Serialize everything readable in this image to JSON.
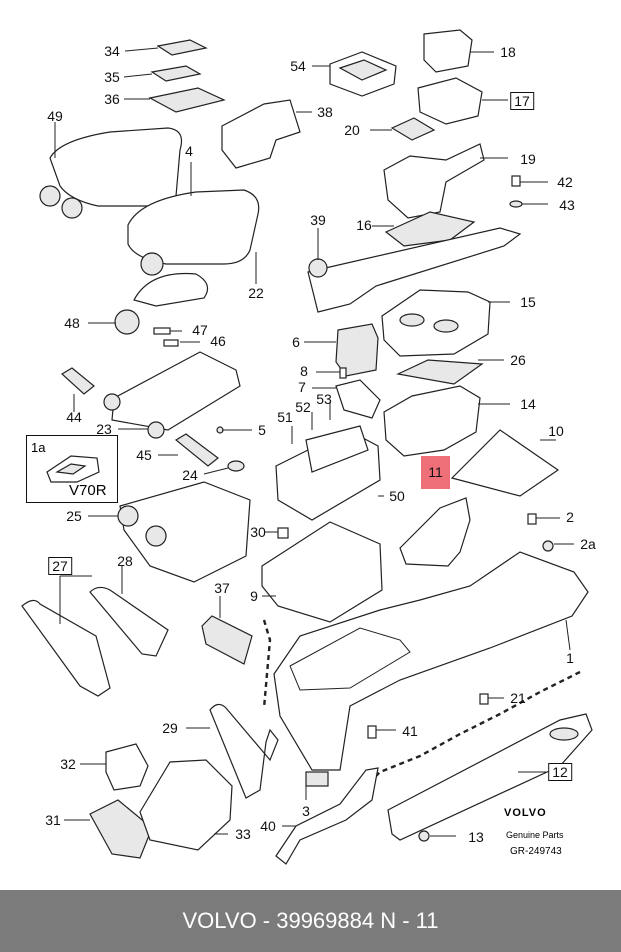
{
  "title": "VOLVO - 39969884     N - 11",
  "highlight_label": "11",
  "inset": {
    "callout": "1a",
    "model": "V70R"
  },
  "brand": {
    "name": "VOLVO",
    "line": "Genuine Parts",
    "code": "GR-249743"
  },
  "colors": {
    "highlight": "#ee6f78",
    "footer_bg": "#7b7b7b",
    "footer_text": "#ffffff"
  },
  "callouts": [
    {
      "id": "34",
      "text": "34"
    },
    {
      "id": "35",
      "text": "35"
    },
    {
      "id": "36",
      "text": "36"
    },
    {
      "id": "49",
      "text": "49"
    },
    {
      "id": "38",
      "text": "38"
    },
    {
      "id": "54",
      "text": "54"
    },
    {
      "id": "18",
      "text": "18"
    },
    {
      "id": "17",
      "text": "17",
      "boxed": true
    },
    {
      "id": "20",
      "text": "20"
    },
    {
      "id": "19",
      "text": "19"
    },
    {
      "id": "4",
      "text": "4"
    },
    {
      "id": "42",
      "text": "42"
    },
    {
      "id": "43",
      "text": "43"
    },
    {
      "id": "39",
      "text": "39"
    },
    {
      "id": "16",
      "text": "16"
    },
    {
      "id": "22",
      "text": "22"
    },
    {
      "id": "15",
      "text": "15"
    },
    {
      "id": "48",
      "text": "48"
    },
    {
      "id": "47",
      "text": "47"
    },
    {
      "id": "46",
      "text": "46"
    },
    {
      "id": "6",
      "text": "6"
    },
    {
      "id": "26",
      "text": "26"
    },
    {
      "id": "8",
      "text": "8"
    },
    {
      "id": "7",
      "text": "7"
    },
    {
      "id": "44",
      "text": "44"
    },
    {
      "id": "53",
      "text": "53"
    },
    {
      "id": "14",
      "text": "14"
    },
    {
      "id": "51",
      "text": "51"
    },
    {
      "id": "52",
      "text": "52"
    },
    {
      "id": "23",
      "text": "23"
    },
    {
      "id": "5",
      "text": "5"
    },
    {
      "id": "10",
      "text": "10"
    },
    {
      "id": "45",
      "text": "45"
    },
    {
      "id": "24",
      "text": "24"
    },
    {
      "id": "50",
      "text": "50"
    },
    {
      "id": "25",
      "text": "25"
    },
    {
      "id": "2",
      "text": "2"
    },
    {
      "id": "2a",
      "text": "2a"
    },
    {
      "id": "30",
      "text": "30"
    },
    {
      "id": "27",
      "text": "27",
      "boxed": true
    },
    {
      "id": "28",
      "text": "28"
    },
    {
      "id": "9",
      "text": "9"
    },
    {
      "id": "37",
      "text": "37"
    },
    {
      "id": "1",
      "text": "1"
    },
    {
      "id": "21",
      "text": "21"
    },
    {
      "id": "29",
      "text": "29"
    },
    {
      "id": "41",
      "text": "41"
    },
    {
      "id": "12",
      "text": "12",
      "boxed": true
    },
    {
      "id": "32",
      "text": "32"
    },
    {
      "id": "3",
      "text": "3"
    },
    {
      "id": "31",
      "text": "31"
    },
    {
      "id": "40",
      "text": "40"
    },
    {
      "id": "33",
      "text": "33"
    },
    {
      "id": "13",
      "text": "13"
    }
  ]
}
